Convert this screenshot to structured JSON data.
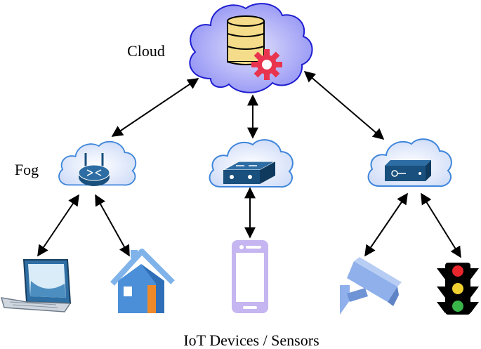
{
  "labels": {
    "cloud": "Cloud",
    "fog": "Fog",
    "devices": "IoT Devices / Sensors"
  },
  "colors": {
    "cloud_fill": "#8f8ff5",
    "cloud_fill_light": "#e2e2fb",
    "cloud_stroke": "#1d1dd0",
    "fog_fill": "#e6ecfb",
    "fog_stroke": "#3f86db",
    "database": "#f5dc8a",
    "gear": "#e8344e",
    "device_blue": "#19507d",
    "phone": "#c5b5f0",
    "laptop": "#2f6fa3",
    "house": "#4a8fd8",
    "camera": "#8fb0ea",
    "light_red": "#e8262c",
    "light_yellow": "#f0d030",
    "light_green": "#39b54a"
  },
  "icons": {
    "cloud": "database-gear-icon",
    "fog_left": "router-icon",
    "fog_center": "switch-icon",
    "fog_right": "gateway-icon",
    "devices": [
      "laptop-icon",
      "house-icon",
      "smartphone-icon",
      "security-camera-icon",
      "traffic-light-icon"
    ]
  }
}
